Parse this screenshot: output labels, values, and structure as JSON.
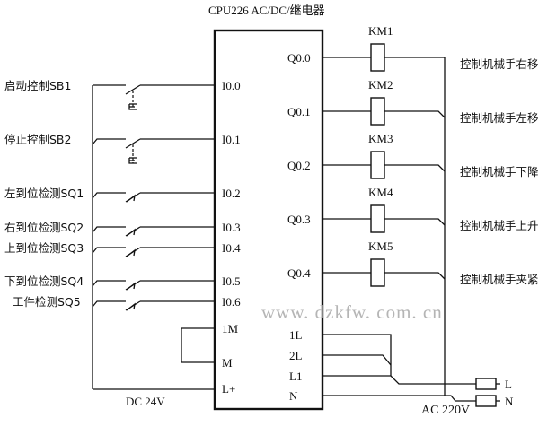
{
  "title": "CPU226 AC/DC/继电器",
  "inputs": [
    {
      "label": "启动控制SB1",
      "terminal": "I0.0",
      "type": "pushbutton"
    },
    {
      "label": "停止控制SB2",
      "terminal": "I0.1",
      "type": "pushbutton"
    },
    {
      "label": "左到位检测SQ1",
      "terminal": "I0.2",
      "type": "limit"
    },
    {
      "label": "右到位检测SQ2",
      "terminal": "I0.3",
      "type": "limit"
    },
    {
      "label": "上到位检测SQ3",
      "terminal": "I0.4",
      "type": "limit"
    },
    {
      "label": "下到位检测SQ4",
      "terminal": "I0.5",
      "type": "limit"
    },
    {
      "label": "工件检测SQ5",
      "terminal": "I0.6",
      "type": "limit"
    }
  ],
  "outputs": [
    {
      "terminal": "Q0.0",
      "coil": "KM1",
      "label": "控制机械手右移"
    },
    {
      "terminal": "Q0.1",
      "coil": "KM2",
      "label": "控制机械手左移"
    },
    {
      "terminal": "Q0.2",
      "coil": "KM3",
      "label": "控制机械手下降"
    },
    {
      "terminal": "Q0.3",
      "coil": "KM4",
      "label": "控制机械手上升"
    },
    {
      "terminal": "Q0.4",
      "coil": "KM5",
      "label": "控制机械手夹紧"
    }
  ],
  "left_power_terminals": [
    "1M",
    "M",
    "L+"
  ],
  "right_power_terminals": [
    "1L",
    "2L",
    "L1",
    "N"
  ],
  "dc_supply": "DC  24V",
  "ac_supply": "AC 220V",
  "fuse_labels": [
    "L",
    "N"
  ],
  "watermark": "www. dzkfw. com. cn"
}
